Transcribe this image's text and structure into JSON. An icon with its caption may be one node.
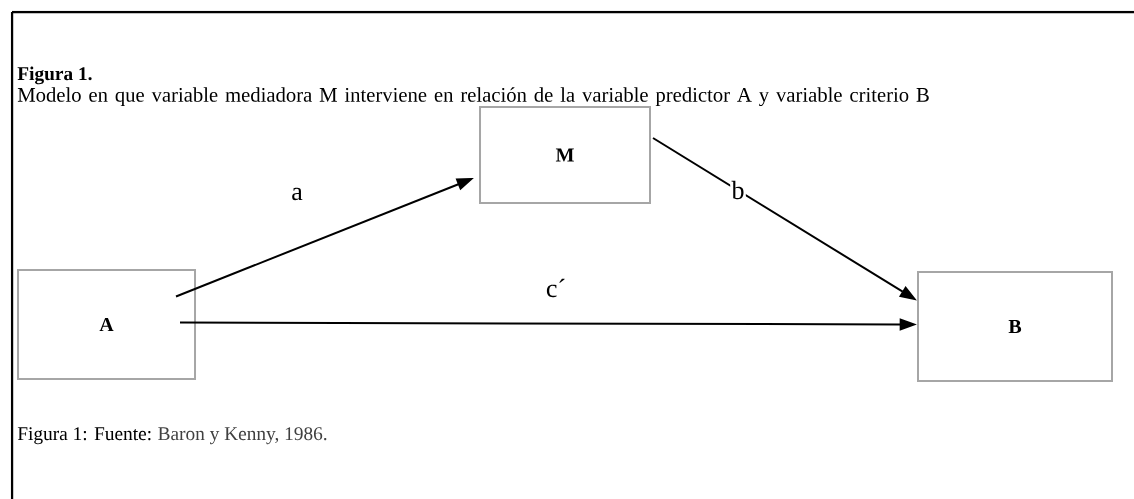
{
  "diagram": {
    "title": "Figura 1.",
    "nodes": [
      {
        "text": [
          "A"
        ]
      },
      {
        "text": [
          "M"
        ]
      },
      {
        "text": [
          "B"
        ]
      }
    ],
    "edges": [
      {
        "from": 0,
        "to": 1,
        "arrow": "to",
        "label": "a"
      },
      {
        "from": 1,
        "to": 2,
        "arrow": "to",
        "label": "b"
      },
      {
        "from": 0,
        "to": 2,
        "arrow": "to",
        "label": "c´"
      }
    ],
    "labels": [
      "Modelo en que variable mediadora M interviene en relación de la variable predictor A y variable criterio B",
      "Figura 1: Fuente:",
      "Baron y Kenny, 1986."
    ]
  }
}
